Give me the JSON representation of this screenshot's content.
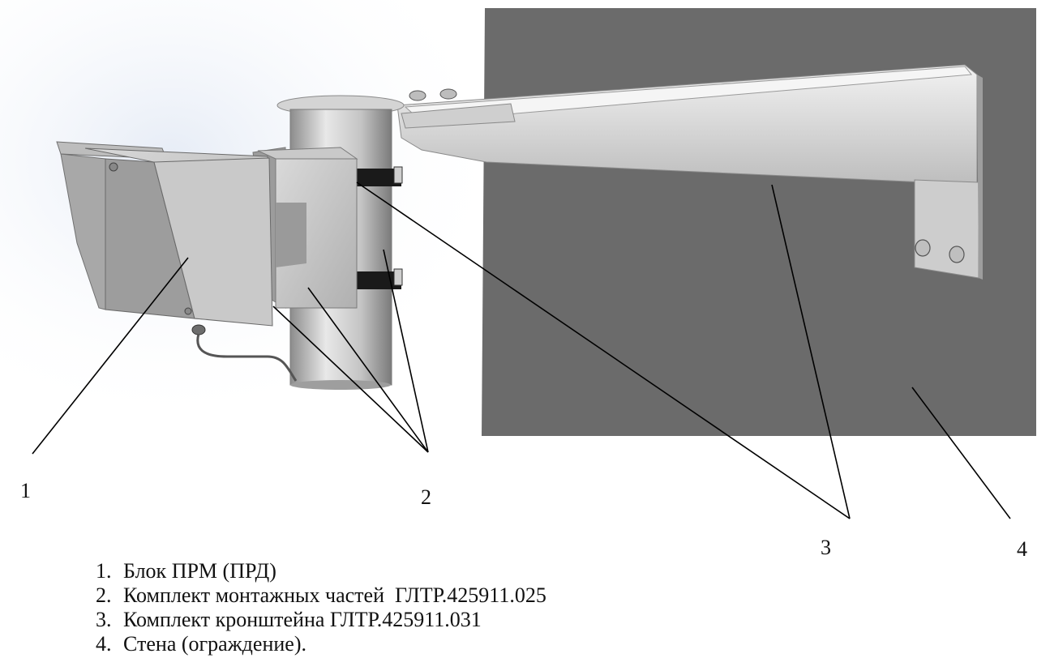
{
  "callouts": [
    "1",
    "2",
    "3",
    "4"
  ],
  "legend": [
    {
      "num": "1.",
      "text": "Блок ПРМ (ПРД)"
    },
    {
      "num": "2.",
      "text": "Комплект монтажных частей  ГЛТР.425911.025"
    },
    {
      "num": "3.",
      "text": "Комплект кронштейна ГЛТР.425911.031"
    },
    {
      "num": "4.",
      "text": "Стена (ограждение)."
    }
  ],
  "colors": {
    "wall": "#6b6b6b",
    "metal_light": "#d6d6d6",
    "metal_mid": "#a9a9a9",
    "strap": "#1a1a1a",
    "leader_line": "#000000"
  }
}
